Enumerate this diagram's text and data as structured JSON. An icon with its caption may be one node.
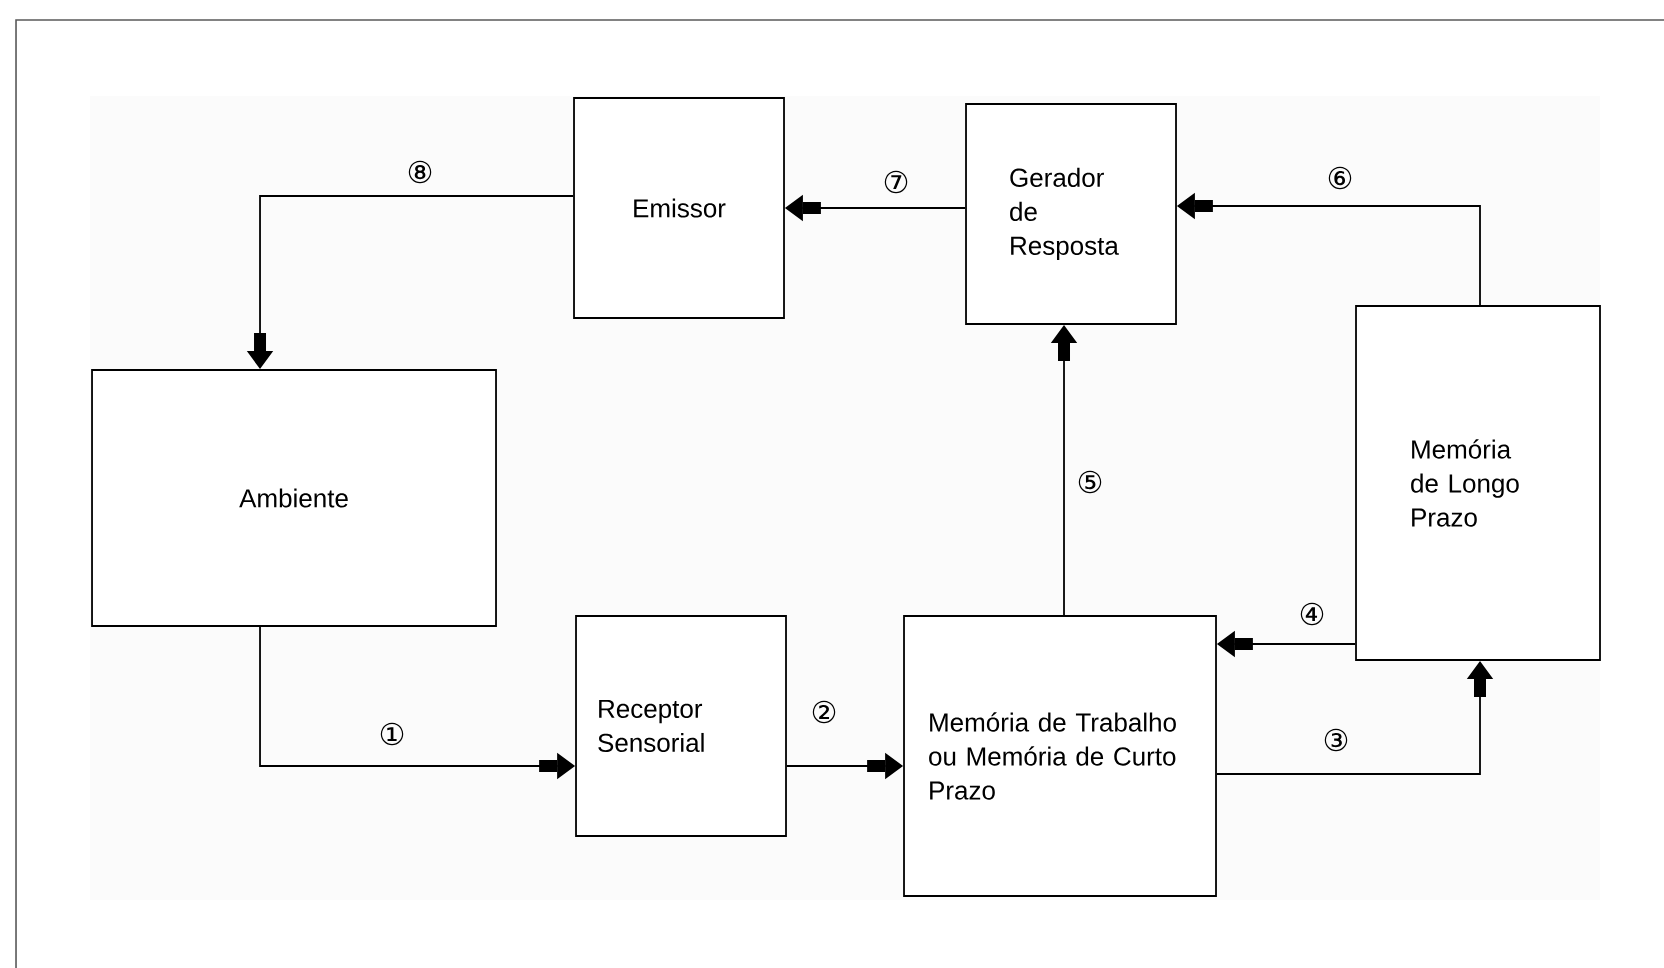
{
  "diagram": {
    "nodes": [
      {
        "text": [
          "Emissor"
        ]
      },
      {
        "text": [
          "Gerador de Resposta"
        ]
      },
      {
        "text": [
          "Ambiente"
        ]
      },
      {
        "text": [
          "Memória de Longo Prazo"
        ]
      },
      {
        "text": [
          "Receptor Sensorial"
        ]
      },
      {
        "text": [
          "Memória de Trabalho ou Memória de Curto Prazo"
        ]
      }
    ],
    "edges": [
      {
        "from": 2,
        "to": 4,
        "arrow": "to",
        "label": "①"
      },
      {
        "from": 4,
        "to": 5,
        "arrow": "to",
        "label": "②"
      },
      {
        "from": 5,
        "to": 3,
        "arrow": "to",
        "label": "③"
      },
      {
        "from": 3,
        "to": 5,
        "arrow": "to",
        "label": "④"
      },
      {
        "from": 5,
        "to": 1,
        "arrow": "to",
        "label": "⑤"
      },
      {
        "from": 3,
        "to": 1,
        "arrow": "to",
        "label": "⑥"
      },
      {
        "from": 1,
        "to": 0,
        "arrow": "to",
        "label": "⑦"
      },
      {
        "from": 0,
        "to": 2,
        "arrow": "to",
        "label": "⑧"
      }
    ]
  }
}
